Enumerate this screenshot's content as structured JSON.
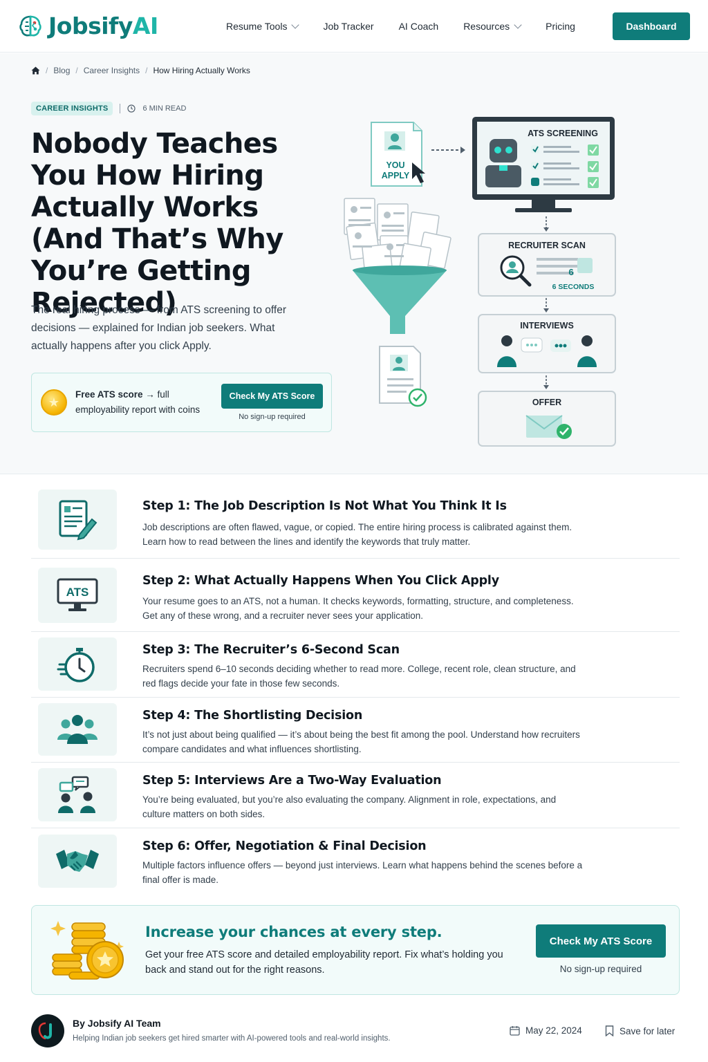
{
  "brand": {
    "name_part1": "Jobsify",
    "name_part2": "AI"
  },
  "nav": {
    "links": [
      {
        "label": "Resume Tools",
        "dropdown": true
      },
      {
        "label": "Job Tracker",
        "dropdown": false
      },
      {
        "label": "AI Coach",
        "dropdown": false
      },
      {
        "label": "Resources",
        "dropdown": true
      },
      {
        "label": "Pricing",
        "dropdown": false
      }
    ],
    "cta": "Dashboard"
  },
  "breadcrumb": {
    "home_icon": "home-icon",
    "items": [
      "Blog",
      "Career Insights"
    ],
    "current": "How Hiring Actually Works"
  },
  "article": {
    "tag": "CAREER INSIGHTS",
    "read_time": "6 MIN READ",
    "title": "Nobody Teaches You How Hiring Actually Works (And That’s Why You’re Getting Rejected)",
    "lede": "The real hiring process — from ATS screening to offer decisions — explained for Indian job seekers. What actually happens after you click Apply."
  },
  "hero_cta": {
    "bold": "Free ATS score",
    "rest": " → full employability report with coins",
    "button": "Check My ATS Score",
    "note": "No sign-up required"
  },
  "illustration": {
    "apply_label_1": "YOU",
    "apply_label_2": "APPLY",
    "ats_label": "ATS SCREENING",
    "recruiter_label": "RECRUITER SCAN",
    "seconds_num": "6",
    "seconds_label": "6 SECONDS",
    "interviews_label": "INTERVIEWS",
    "offer_label": "OFFER"
  },
  "steps": [
    {
      "title": "Step 1: The Job Description Is Not What You Think It Is",
      "desc": "Job descriptions are often flawed, vague, or copied. The entire hiring process is calibrated against them. Learn how to read between the lines and identify the keywords that truly matter.",
      "icon": "job-description-icon"
    },
    {
      "title": "Step 2: What Actually Happens When You Click Apply",
      "desc": "Your resume goes to an ATS, not a human. It checks keywords, formatting, structure, and completeness. Get any of these wrong, and a recruiter never sees your application.",
      "icon": "ats-monitor-icon",
      "icon_text": "ATS"
    },
    {
      "title": "Step 3: The Recruiter’s 6-Second Scan",
      "desc": "Recruiters spend 6–10 seconds deciding whether to read more. College, recent role, clean structure, and red flags decide your fate in those few seconds.",
      "icon": "stopwatch-icon"
    },
    {
      "title": "Step 4: The Shortlisting Decision",
      "desc": "It’s not just about being qualified — it’s about being the best fit among the pool. Understand how recruiters compare candidates and what influences shortlisting.",
      "icon": "group-icon"
    },
    {
      "title": "Step 5: Interviews Are a Two-Way Evaluation",
      "desc": "You’re being evaluated, but you’re also evaluating the company. Alignment in role, expectations, and culture matters on both sides.",
      "icon": "conversation-icon"
    },
    {
      "title": "Step 6: Offer, Negotiation & Final Decision",
      "desc": "Multiple factors influence offers — beyond just interviews. Learn what happens behind the scenes before a final offer is made.",
      "icon": "handshake-icon"
    }
  ],
  "banner": {
    "title": "Increase your chances at every step.",
    "desc": "Get your free ATS score and detailed employability report. Fix what’s holding you back and stand out for the right reasons.",
    "button": "Check My ATS Score",
    "note": "No sign-up required"
  },
  "author": {
    "name": "By Jobsify AI Team",
    "bio": "Helping Indian job seekers get hired smarter with AI-powered tools and real-world insights.",
    "date": "May 22, 2024",
    "save": "Save for later"
  },
  "colors": {
    "brand_dark": "#0f7c7a",
    "brand_light": "#1fb5a8",
    "teal_soft": "#d8f1ee",
    "success": "#2fb36b",
    "coin": "#f5b400"
  }
}
